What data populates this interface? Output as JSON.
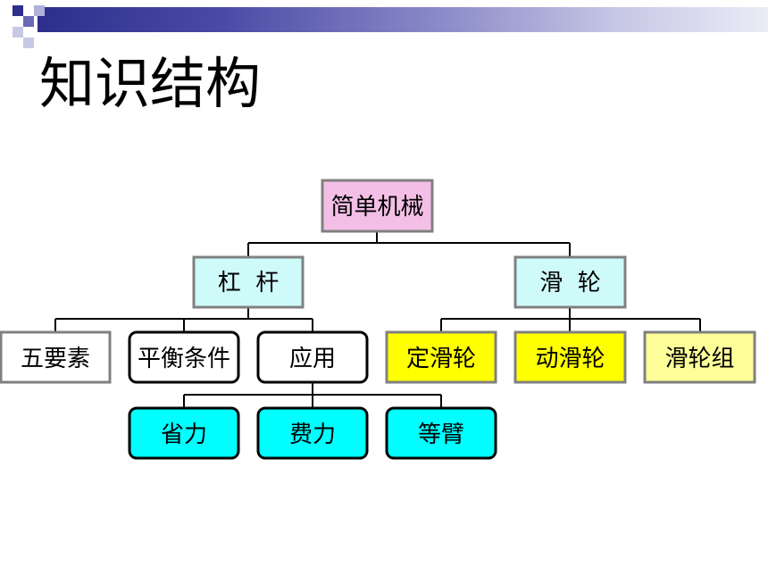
{
  "slide": {
    "title": "知识结构"
  },
  "theme": {
    "header_dark": "#2e2e8c",
    "header_light": "#ececf7",
    "root_fill": "#f4bfe6",
    "level1_fill": "#cffafa",
    "pulley_fill": "#ffff00",
    "pulley_group_fill": "#ffff99",
    "app_fill": "#00ffff",
    "plain_fill": "#ffffff",
    "border_gray": "#808080",
    "border_black": "#000000"
  },
  "diagram": {
    "root": {
      "label": "简单机械"
    },
    "lever": {
      "label": "杠  杆",
      "children": {
        "five_elements": "五要素",
        "balance_condition": "平衡条件",
        "application": "应用"
      },
      "applications": [
        "省力",
        "费力",
        "等臂"
      ]
    },
    "pulley": {
      "label": "滑  轮",
      "children": [
        "定滑轮",
        "动滑轮",
        "滑轮组"
      ]
    }
  }
}
